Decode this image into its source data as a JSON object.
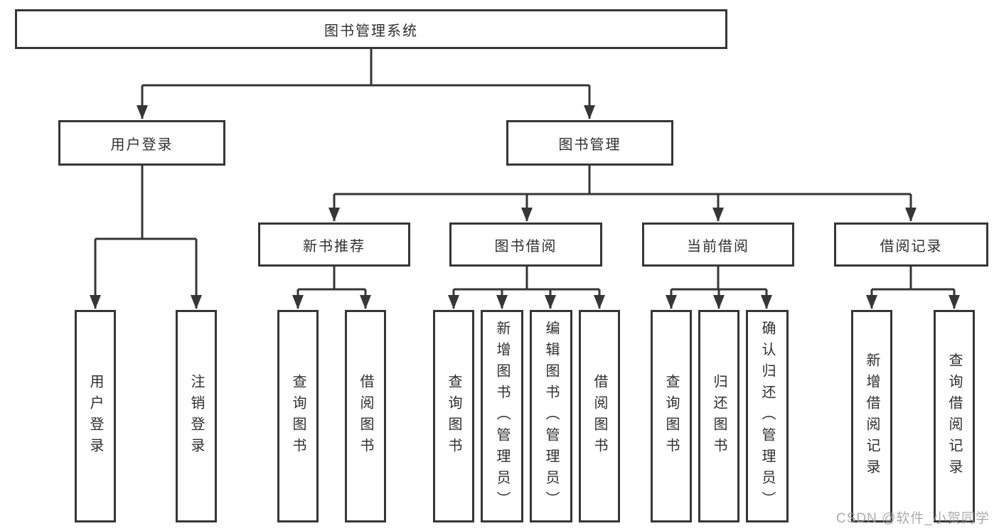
{
  "diagram": {
    "type": "tree",
    "background": "#ffffff",
    "line_color": "#363636",
    "box_border_color": "#363636",
    "box_background": "#ffffff",
    "text_color": "#2f2f2f"
  },
  "nodes": {
    "root": "图书管理系统",
    "level2": [
      "用户登录",
      "图书管理"
    ],
    "level3": [
      "新书推荐",
      "图书借阅",
      "当前借阅",
      "借阅记录"
    ],
    "level4": [
      "用户登录",
      "注销登录",
      "查询图书",
      "借阅图书",
      "查询图书",
      "新增图书（管理员）",
      "编辑图书（管理员）",
      "借阅图书",
      "查询图书",
      "归还图书",
      "确认归还（管理员）",
      "新增借阅记录",
      "查询借阅记录"
    ]
  },
  "hierarchy": {
    "图书管理系统": {
      "用户登录": [
        "用户登录",
        "注销登录"
      ],
      "图书管理": {
        "新书推荐": [
          "查询图书",
          "借阅图书"
        ],
        "图书借阅": [
          "查询图书",
          "新增图书（管理员）",
          "编辑图书（管理员）",
          "借阅图书"
        ],
        "当前借阅": [
          "查询图书",
          "归还图书",
          "确认归还（管理员）"
        ],
        "借阅记录": [
          "新增借阅记录",
          "查询借阅记录"
        ]
      }
    }
  },
  "watermark": {
    "text": "CSDN @软件_小贺同学",
    "color": "#9e9e9e"
  }
}
